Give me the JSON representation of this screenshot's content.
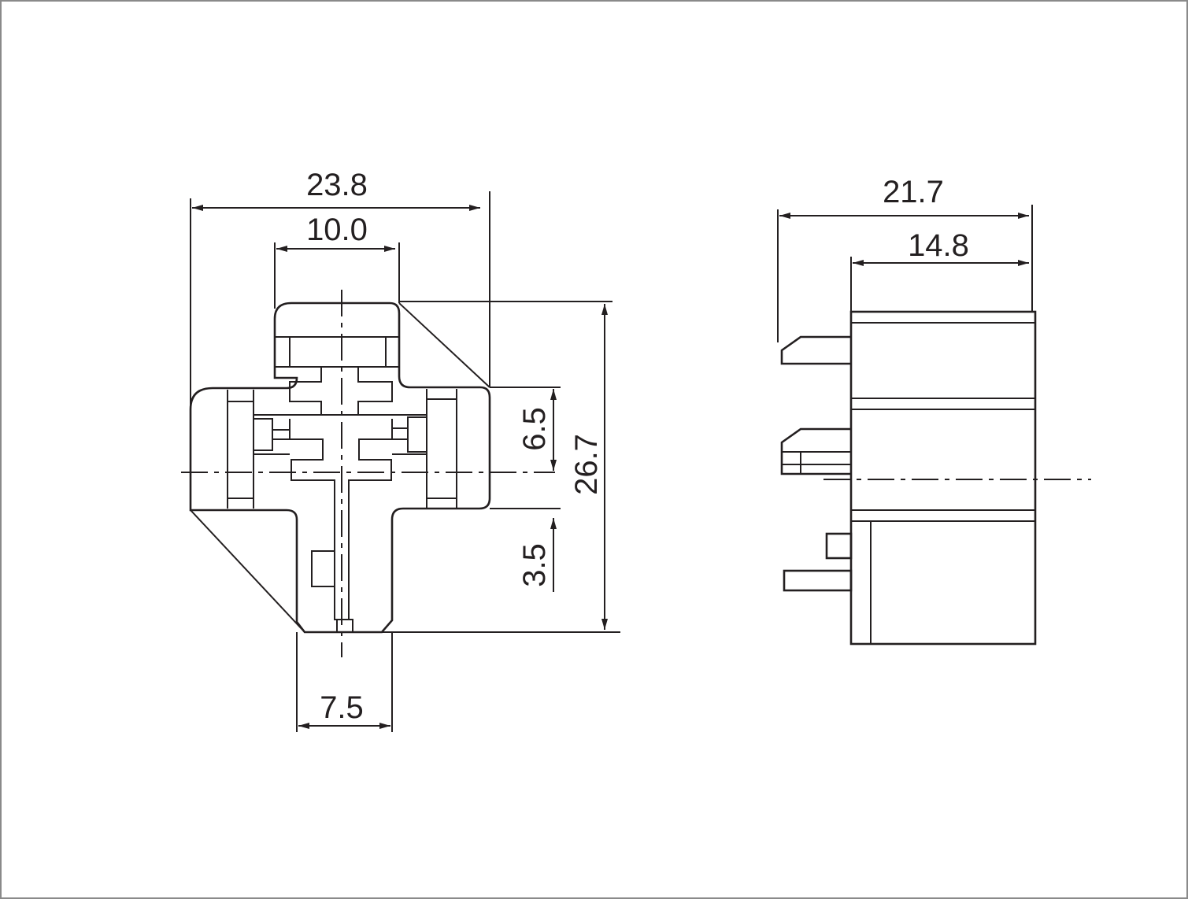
{
  "front_view": {
    "dimensions": {
      "overall_width": "23.8",
      "top_width": "10.0",
      "bottom_width": "7.5",
      "upper_offset": "6.5",
      "lower_offset": "3.5",
      "overall_height": "26.7"
    }
  },
  "side_view": {
    "dimensions": {
      "overall_depth": "21.7",
      "body_depth": "14.8"
    }
  },
  "colors": {
    "line": "#231f20",
    "background": "#ffffff",
    "frame": "#8a8a8a"
  }
}
